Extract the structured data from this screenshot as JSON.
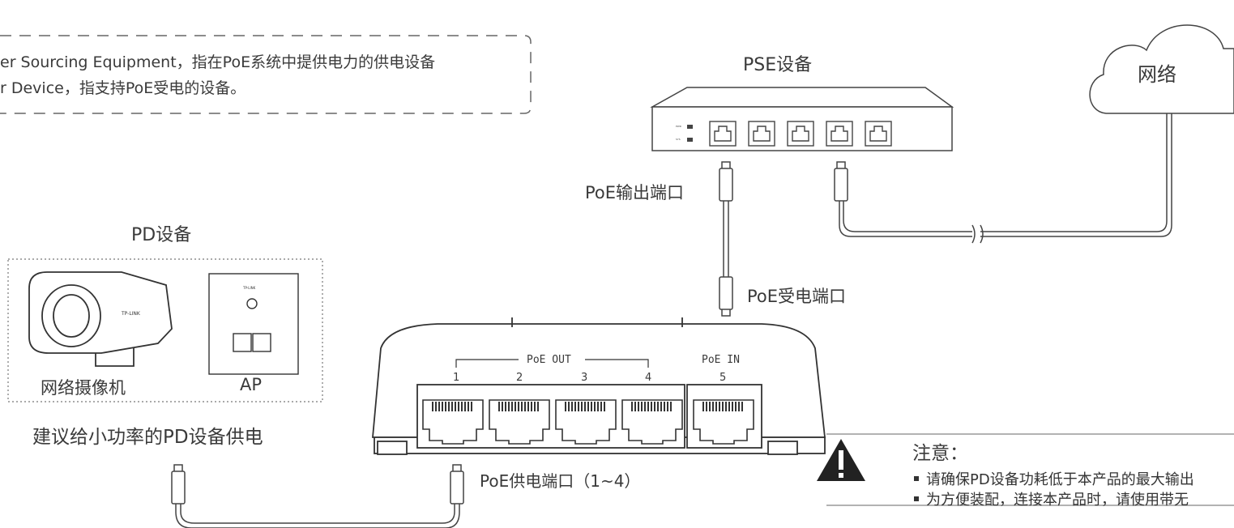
{
  "definitions": {
    "line1": "er Sourcing Equipment，指在PoE系统中提供电力的供电设备",
    "line2": "r Device，指支持PoE受电的设备。"
  },
  "pse": {
    "title": "PSE设备",
    "led_pwr": "PWR",
    "led_sys": "SYS"
  },
  "cloud": {
    "label": "网络"
  },
  "labels": {
    "poe_out_port": "PoE输出端口",
    "poe_in_port": "PoE受电端口",
    "poe_supply_port": "PoE供电端口（1~4）"
  },
  "pd": {
    "title": "PD设备",
    "camera_label": "网络摄像机",
    "ap_label": "AP",
    "camera_brand": "TP-LINK",
    "ap_brand": "TP-LINK",
    "suggestion": "建议给小功率的PD设备供电"
  },
  "switch": {
    "poe_out": "PoE OUT",
    "poe_in": "PoE IN",
    "ports": [
      "1",
      "2",
      "3",
      "4"
    ],
    "in_port": "5"
  },
  "notice": {
    "title": "注意：",
    "items": [
      "请确保PD设备功耗低于本产品的最大输出",
      "为方便装配，连接本产品时，请使用带无"
    ]
  }
}
